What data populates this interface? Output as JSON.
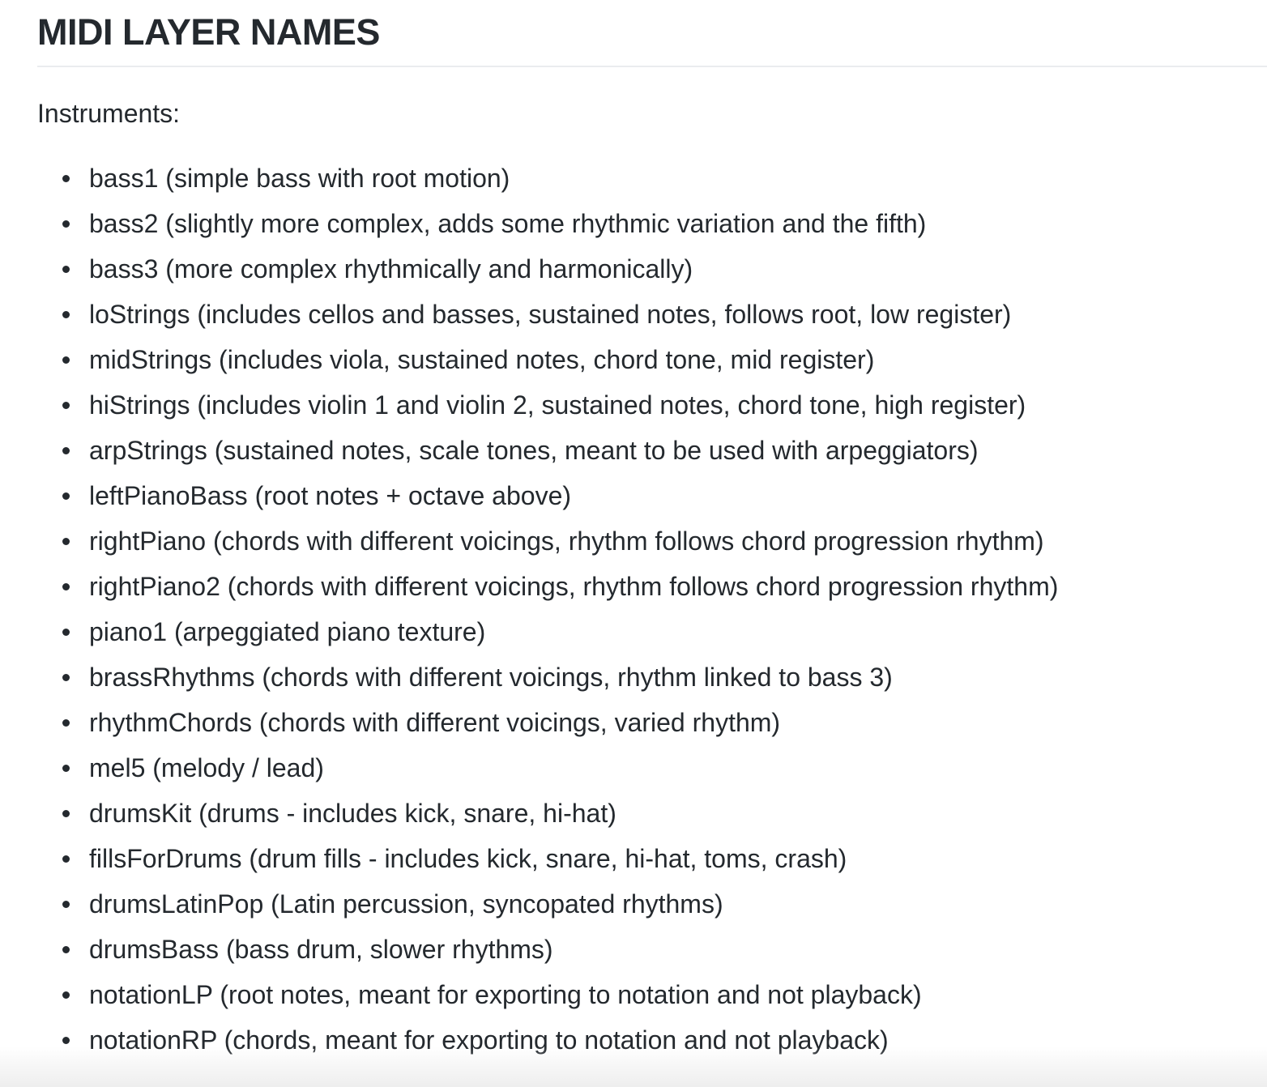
{
  "heading": "MIDI LAYER NAMES",
  "intro": "Instruments:",
  "instruments": [
    "bass1 (simple bass with root motion)",
    "bass2 (slightly more complex, adds some rhythmic variation and the fifth)",
    "bass3 (more complex rhythmically and harmonically)",
    "loStrings (includes cellos and basses, sustained notes, follows root, low register)",
    "midStrings (includes viola, sustained notes, chord tone, mid register)",
    "hiStrings (includes violin 1 and violin 2, sustained notes, chord tone, high register)",
    "arpStrings (sustained notes, scale tones, meant to be used with arpeggiators)",
    "leftPianoBass (root notes + octave above)",
    "rightPiano (chords with different voicings, rhythm follows chord progression rhythm)",
    "rightPiano2 (chords with different voicings, rhythm follows chord progression rhythm)",
    "piano1 (arpeggiated piano texture)",
    "brassRhythms (chords with different voicings, rhythm linked to bass 3)",
    "rhythmChords (chords with different voicings, varied rhythm)",
    "mel5 (melody / lead)",
    "drumsKit (drums - includes kick, snare, hi-hat)",
    "fillsForDrums (drum fills - includes kick, snare, hi-hat, toms, crash)",
    "drumsLatinPop (Latin percussion, syncopated rhythms)",
    "drumsBass (bass drum, slower rhythms)",
    "notationLP (root notes, meant for exporting to notation and not playback)",
    "notationRP (chords, meant for exporting to notation and not playback)"
  ]
}
